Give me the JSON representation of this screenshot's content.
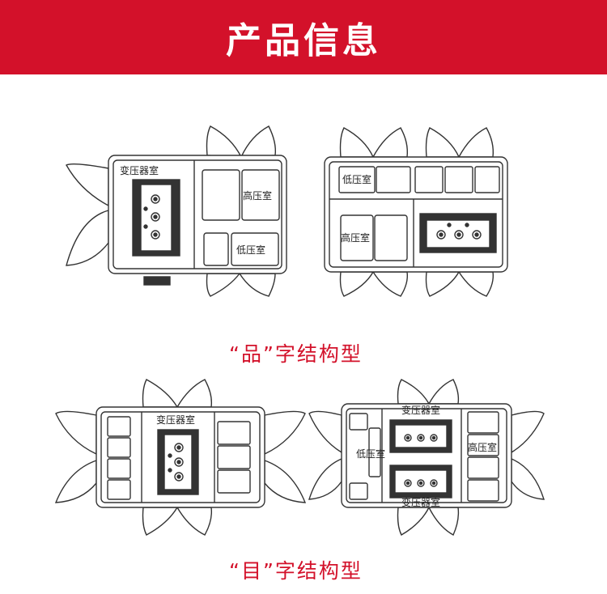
{
  "header": {
    "title": "产品信息"
  },
  "colors": {
    "accent": "#d3112a",
    "line": "#333333",
    "background": "#ffffff"
  },
  "layouts": [
    {
      "caption": "“品”字结构型",
      "labels": {
        "transformer": "变压器室",
        "high": "高压室",
        "low": "低压室"
      }
    },
    {
      "labels": {
        "low": "低压室",
        "high": "高压室"
      }
    },
    {
      "caption": "“目”字结构型",
      "labels": {
        "transformer": "变压器室"
      }
    },
    {
      "labels": {
        "transformer_top": "变压器室",
        "low": "低压室",
        "high": "高压室",
        "transformer_bottom": "变压器室"
      }
    }
  ]
}
